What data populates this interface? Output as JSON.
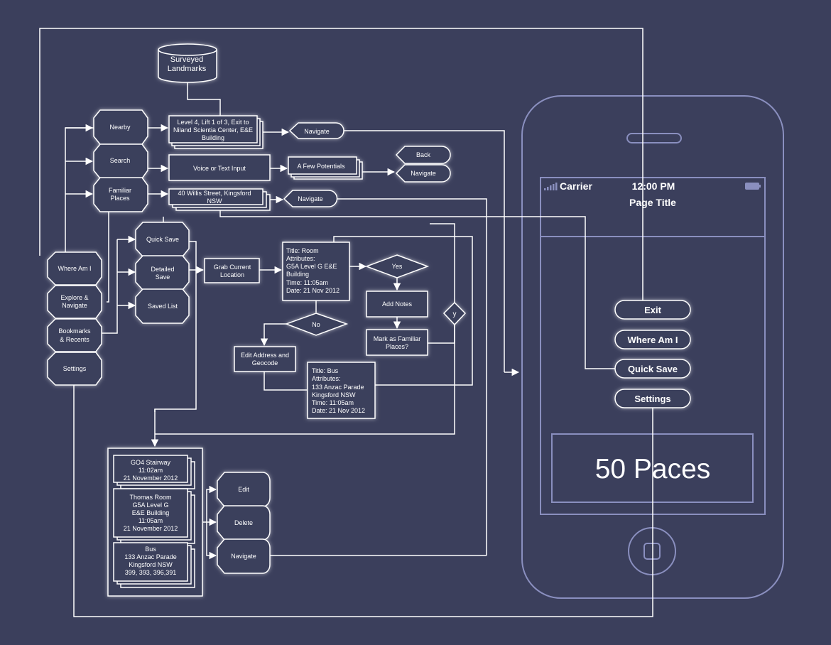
{
  "database": {
    "label": [
      "Surveyed",
      "Landmarks"
    ]
  },
  "menu": {
    "where_am_i": [
      "Where Am I"
    ],
    "explore": [
      "Explore &",
      "Navigate"
    ],
    "bookmarks": [
      "Bookmarks",
      "& Recents"
    ],
    "settings": [
      "Settings"
    ]
  },
  "explore_nodes": {
    "nearby": [
      "Nearby"
    ],
    "search": [
      "Search"
    ],
    "familiar": [
      "Familiar",
      "Places"
    ]
  },
  "results": {
    "nearby_result": [
      "Level 4, Lift 1 of 3, Exit to",
      "Niland Scientia Center, E&E",
      "Building"
    ],
    "voice_input": [
      "Voice or Text Input"
    ],
    "potentials": [
      "A Few Potentials"
    ],
    "familiar_result": [
      "40 Willis Street, Kingsford",
      "NSW"
    ],
    "navigate_1": [
      "Navigate"
    ],
    "navigate_2": [
      "Navigate"
    ],
    "navigate_3": [
      "Navigate"
    ],
    "back": [
      "Back"
    ]
  },
  "save_nodes": {
    "quick_save": [
      "Quick Save"
    ],
    "detailed_save": [
      "Detailed",
      "Save"
    ],
    "saved_list": [
      "Saved List"
    ],
    "grab_location": [
      "Grab Current",
      "Location"
    ]
  },
  "records": {
    "room": [
      "Title: Room",
      "Attributes:",
      "G5A Level G E&E",
      "Building",
      "Time: 11:05am",
      "Date: 21 Nov 2012"
    ],
    "bus": [
      "Title: Bus",
      "Attributes:",
      "133 Anzac Parade",
      "Kingsford NSW",
      "Time: 11:05am",
      "Date: 21 Nov 2012"
    ]
  },
  "decisions": {
    "yes": [
      "Yes"
    ],
    "no": [
      "No"
    ],
    "y": [
      "y"
    ]
  },
  "actions": {
    "add_notes": [
      "Add Notes"
    ],
    "mark_familiar": [
      "Mark as Familiar",
      "Places?"
    ],
    "edit_address": [
      "Edit Address and",
      "Geocode"
    ]
  },
  "saved_items": {
    "stairway": [
      "GO4 Stairway",
      "11:02am",
      "21 November 2012"
    ],
    "thomas": [
      "Thomas Room",
      "G5A Level G",
      "E&E Building",
      "11:05am",
      "21 November 2012"
    ],
    "bus": [
      "Bus",
      "133 Anzac Parade",
      "Kingsford NSW",
      "399, 393, 396,391"
    ]
  },
  "item_actions": {
    "edit": [
      "Edit"
    ],
    "delete": [
      "Delete"
    ],
    "navigate": [
      "Navigate"
    ]
  },
  "phone": {
    "carrier": "Carrier",
    "time": "12:00 PM",
    "page_title": "Page Title",
    "buttons": [
      "Exit",
      "Where Am I",
      "Quick Save",
      "Settings"
    ],
    "display": "50 Paces"
  },
  "colors": {
    "background": "#3b3f5c",
    "line": "#ffffff",
    "phone_outline": "#8a8fbf"
  }
}
